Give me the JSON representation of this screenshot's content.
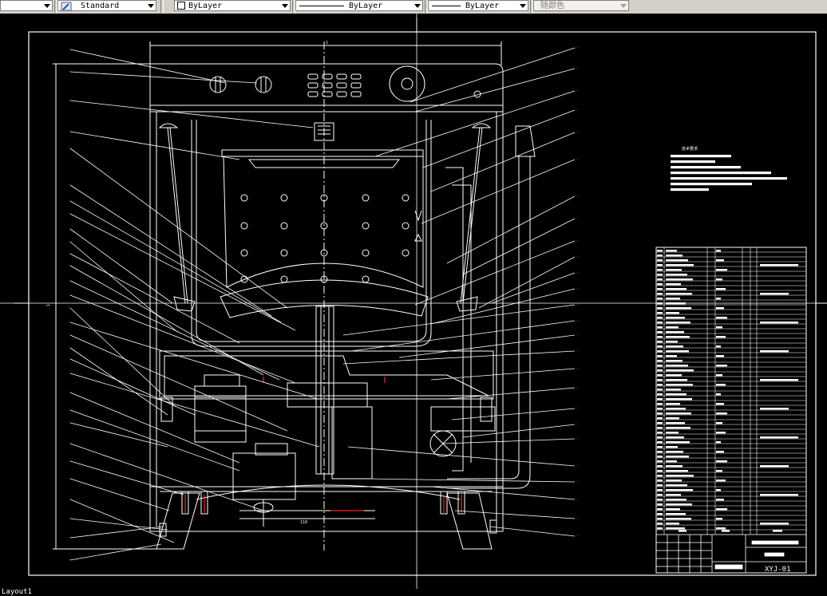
{
  "toolbar": {
    "textstyle": "Standard",
    "layer_color": "ByLayer",
    "linetype": "ByLayer",
    "lineweight": "ByLayer",
    "plotstyle": "随颜色"
  },
  "drawing": {
    "notes_title": "技术要求",
    "drawing_number": "XYJ-01",
    "title_cols": [
      "序号",
      "名称",
      "数量",
      "材料",
      "备注"
    ],
    "dims": {
      "width": "1",
      "height": "1",
      "base": "110"
    }
  },
  "status": {
    "layout_tab": "Layout1"
  },
  "colors": {
    "background": "#000000",
    "lines": "#ffffff",
    "accent": "#ff2020",
    "ui": "#d4d0c8"
  },
  "icons": [
    "textstyle-icon",
    "layer-color-swatch-icon"
  ]
}
